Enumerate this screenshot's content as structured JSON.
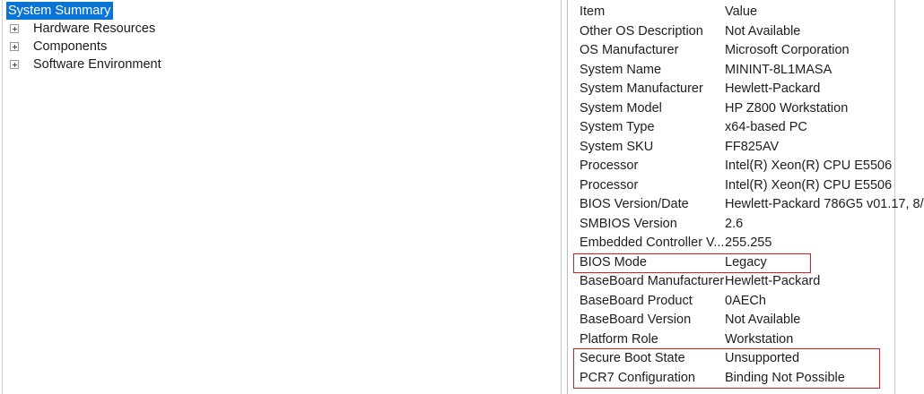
{
  "tree": {
    "nodes": [
      {
        "label": "System Summary",
        "expandable": false,
        "selected": true
      },
      {
        "label": "Hardware Resources",
        "expandable": true,
        "selected": false
      },
      {
        "label": "Components",
        "expandable": true,
        "selected": false
      },
      {
        "label": "Software Environment",
        "expandable": true,
        "selected": false
      }
    ]
  },
  "details": {
    "columns": {
      "item": "Item",
      "value": "Value"
    },
    "rows": [
      {
        "item": "Other OS Description",
        "value": "Not Available"
      },
      {
        "item": "OS Manufacturer",
        "value": "Microsoft Corporation"
      },
      {
        "item": "System Name",
        "value": "MININT-8L1MASA"
      },
      {
        "item": "System Manufacturer",
        "value": "Hewlett-Packard"
      },
      {
        "item": "System Model",
        "value": "HP Z800 Workstation"
      },
      {
        "item": "System Type",
        "value": "x64-based PC"
      },
      {
        "item": "System SKU",
        "value": "FF825AV"
      },
      {
        "item": "Processor",
        "value": "Intel(R) Xeon(R) CPU          E5506"
      },
      {
        "item": "Processor",
        "value": "Intel(R) Xeon(R) CPU          E5506"
      },
      {
        "item": "BIOS Version/Date",
        "value": "Hewlett-Packard 786G5 v01.17, 8/"
      },
      {
        "item": "SMBIOS Version",
        "value": "2.6"
      },
      {
        "item": "Embedded Controller V...",
        "value": "255.255"
      },
      {
        "item": "BIOS Mode",
        "value": "Legacy"
      },
      {
        "item": "BaseBoard Manufacturer",
        "value": "Hewlett-Packard"
      },
      {
        "item": "BaseBoard Product",
        "value": "0AECh"
      },
      {
        "item": "BaseBoard Version",
        "value": "Not Available"
      },
      {
        "item": "Platform Role",
        "value": "Workstation"
      },
      {
        "item": "Secure Boot State",
        "value": "Unsupported"
      },
      {
        "item": "PCR7 Configuration",
        "value": "Binding Not Possible"
      }
    ]
  },
  "annotations": {
    "color": "#e01b1b",
    "boxes": [
      {
        "name": "bios-mode-highlight",
        "target": "BIOS Mode"
      },
      {
        "name": "secure-boot-highlight",
        "target": "Secure Boot State / PCR7 Configuration"
      }
    ]
  },
  "colors": {
    "selection": "#0a74d4",
    "selection_text": "#ffffff",
    "text": "#1d1d1d",
    "border": "#c9c9c9",
    "annotation": "#e01b1b"
  }
}
